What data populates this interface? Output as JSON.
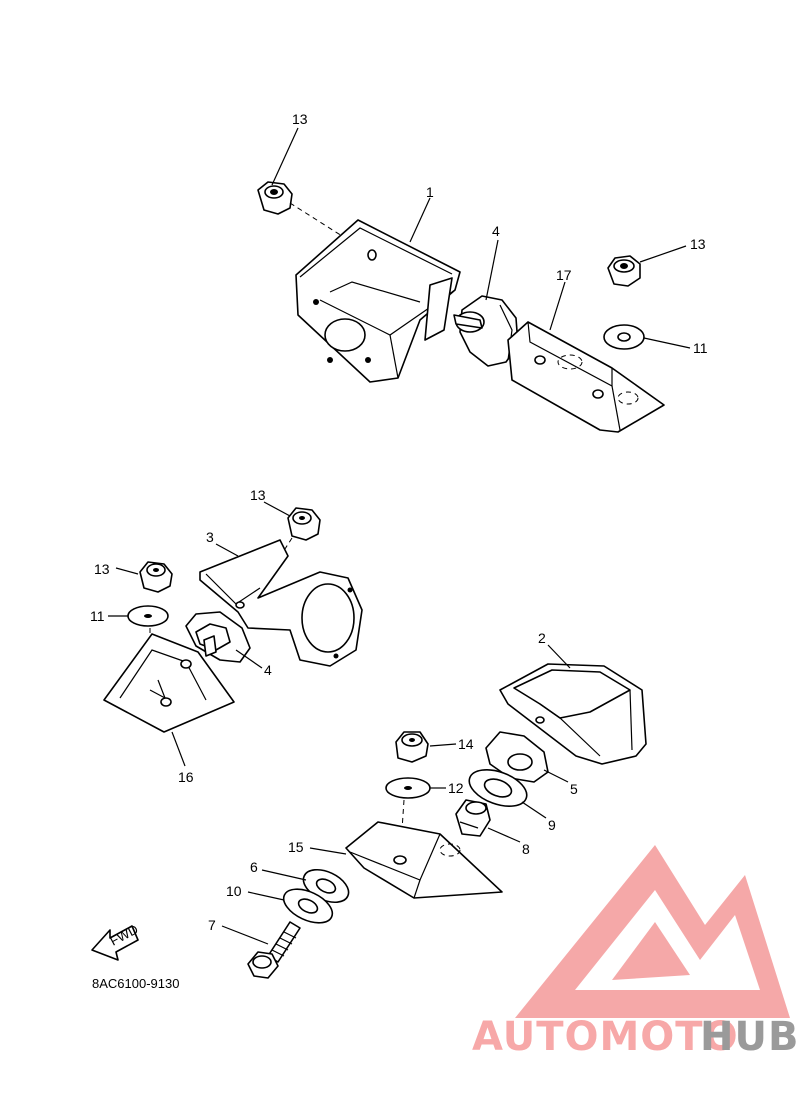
{
  "diagram": {
    "code": "8AC6100-9130",
    "fwd_label": "FWD"
  },
  "callouts": [
    {
      "id": "c1",
      "text": "1"
    },
    {
      "id": "c13a",
      "text": "13"
    },
    {
      "id": "c4a",
      "text": "4"
    },
    {
      "id": "c17",
      "text": "17"
    },
    {
      "id": "c13b",
      "text": "13"
    },
    {
      "id": "c11a",
      "text": "11"
    },
    {
      "id": "c13c",
      "text": "13"
    },
    {
      "id": "c3",
      "text": "3"
    },
    {
      "id": "c13d",
      "text": "13"
    },
    {
      "id": "c11b",
      "text": "11"
    },
    {
      "id": "c4b",
      "text": "4"
    },
    {
      "id": "c16",
      "text": "16"
    },
    {
      "id": "c2",
      "text": "2"
    },
    {
      "id": "c14",
      "text": "14"
    },
    {
      "id": "c12",
      "text": "12"
    },
    {
      "id": "c5",
      "text": "5"
    },
    {
      "id": "c9",
      "text": "9"
    },
    {
      "id": "c8",
      "text": "8"
    },
    {
      "id": "c15",
      "text": "15"
    },
    {
      "id": "c6",
      "text": "6"
    },
    {
      "id": "c10",
      "text": "10"
    },
    {
      "id": "c7",
      "text": "7"
    }
  ],
  "watermark": {
    "brand_part1": "AUTOMOTO",
    "brand_part2": "HUB",
    "color_part1": "#f7a8a8",
    "color_part2": "#9a9a9a",
    "logo_color": "#f07878"
  }
}
